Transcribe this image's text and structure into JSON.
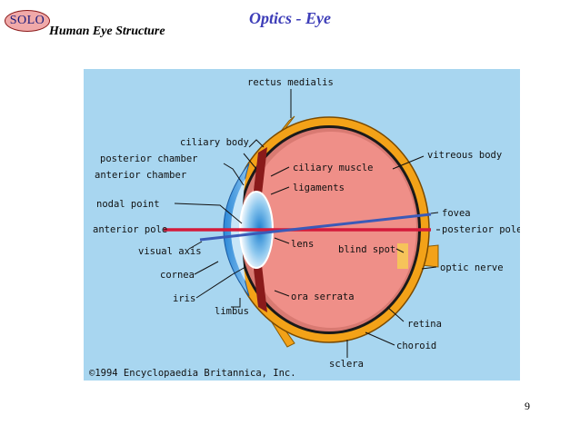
{
  "header": {
    "badge": "SOLO",
    "subtitle": "Human Eye Structure",
    "title": "Optics - Eye"
  },
  "figure": {
    "labels": {
      "rectus_medialis": "rectus medialis",
      "ciliary_body": "ciliary body",
      "posterior_chamber": "posterior chamber",
      "anterior_chamber": "anterior chamber",
      "nodal_point": "nodal point",
      "anterior_pole": "anterior pole",
      "visual_axis": "visual axis",
      "cornea": "cornea",
      "iris": "iris",
      "limbus": "limbus",
      "ciliary_muscle": "ciliary muscle",
      "ligaments": "ligaments",
      "lens": "lens",
      "ora_serrata": "ora serrata",
      "vitreous_body": "vitreous body",
      "fovea": "fovea",
      "posterior_pole": "posterior pole",
      "blind_spot": "blind spot",
      "optic_nerve": "optic nerve",
      "retina": "retina",
      "choroid": "choroid",
      "sclera": "sclera"
    },
    "copyright": "©1994 Encyclopaedia Britannica, Inc.",
    "colors": {
      "background": "#a8d6f0",
      "sclera": "#f3a218",
      "choroid": "#1a1a1a",
      "vitreous": "#ef8f88",
      "cornea": "#2b88d8",
      "iris": "#8a1a1a",
      "optical_axis": "#d41a3a",
      "visual_axis": "#3a5ab8"
    }
  },
  "page": {
    "number": "9"
  }
}
